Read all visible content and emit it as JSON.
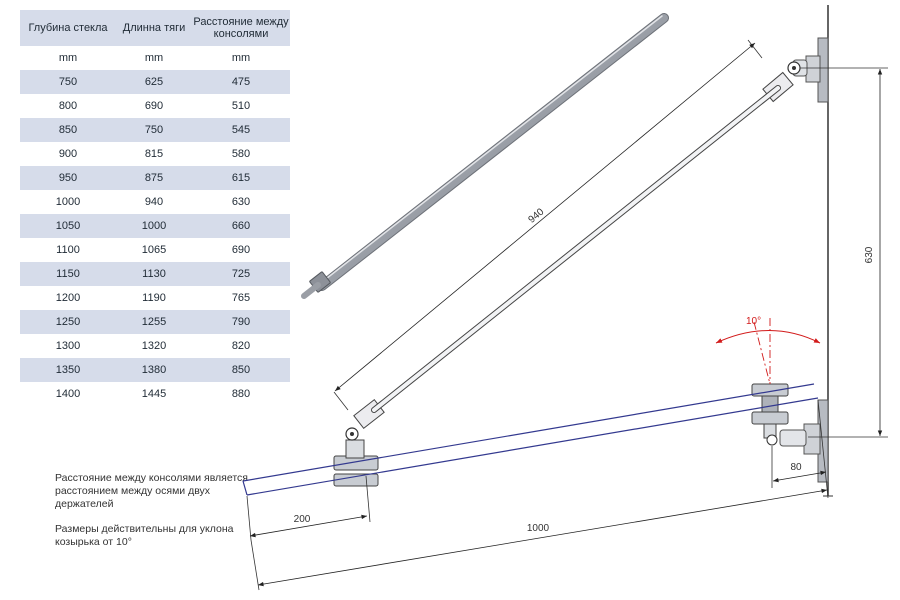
{
  "table": {
    "headers": [
      "Глубина стекла",
      "Длинна тяги",
      "Расстояние между консолями"
    ],
    "units": [
      "mm",
      "mm",
      "mm"
    ],
    "rows": [
      [
        "750",
        "625",
        "475"
      ],
      [
        "800",
        "690",
        "510"
      ],
      [
        "850",
        "750",
        "545"
      ],
      [
        "900",
        "815",
        "580"
      ],
      [
        "950",
        "875",
        "615"
      ],
      [
        "1000",
        "940",
        "630"
      ],
      [
        "1050",
        "1000",
        "660"
      ],
      [
        "1100",
        "1065",
        "690"
      ],
      [
        "1150",
        "1130",
        "725"
      ],
      [
        "1200",
        "1190",
        "765"
      ],
      [
        "1250",
        "1255",
        "790"
      ],
      [
        "1300",
        "1320",
        "820"
      ],
      [
        "1350",
        "1380",
        "850"
      ],
      [
        "1400",
        "1445",
        "880"
      ]
    ]
  },
  "notes": {
    "note1": "Расстояние между консолями является расстоянием между осями двух держателей",
    "note2": "Размеры действительны для уклона козырька от 10°"
  },
  "dimensions": {
    "rod_length": "940",
    "vertical": "630",
    "angle": "10°",
    "offset_right": "80",
    "offset_left": "200",
    "glass_depth": "1000"
  },
  "colors": {
    "table_band": "#d6dcea",
    "glass_line": "#33398f",
    "angle_marker": "#d21a1a",
    "rod_steel": "#a8acb4"
  }
}
